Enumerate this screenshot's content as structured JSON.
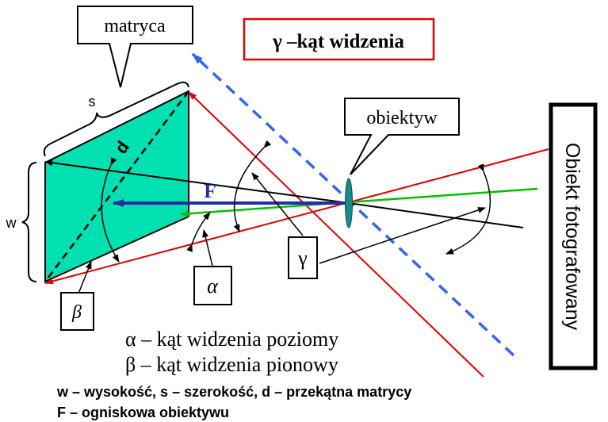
{
  "title_box": {
    "text": "γ –kąt widzenia",
    "border_color": "#e00000"
  },
  "callouts": {
    "matrix": "matryca",
    "lens": "obiektyw",
    "object": "Obiekt fotografowany"
  },
  "labels": {
    "s": "s",
    "w": "w",
    "d": "d",
    "F": "F",
    "alpha": "α",
    "beta": "β",
    "gamma": "γ"
  },
  "legend": {
    "alpha_line": "α – kąt widzenia poziomy",
    "beta_line": "β – kąt widzenia pionowy",
    "symbols_line": "w – wysokość,  s – szerokość, d – przekątna matrycy",
    "focal_line": "F – ogniskowa obiektywu"
  },
  "colors": {
    "sensor_fill": "#00e0b0",
    "red_lines": "#e00000",
    "green_line": "#00c000",
    "blue_dashed": "#3366ee",
    "focal_arrow": "#2030a0",
    "lens": "#1a8a8a"
  }
}
